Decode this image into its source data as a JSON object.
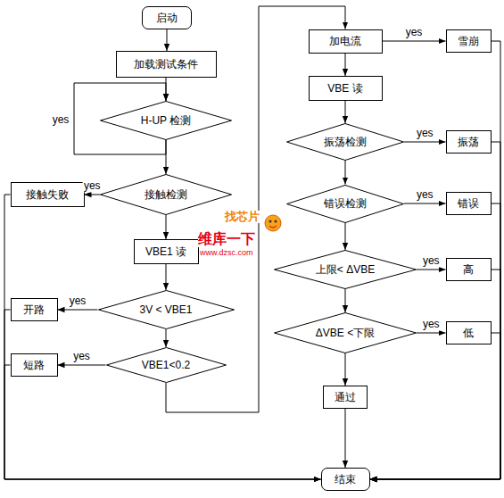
{
  "diagram": {
    "nodes": [
      {
        "text": [
          "启动"
        ]
      },
      {
        "text": [
          "加载测试条件"
        ]
      },
      {
        "text": [
          "H-UP 检测"
        ]
      },
      {
        "text": [
          "接触检测"
        ]
      },
      {
        "text": [
          "接触失败"
        ]
      },
      {
        "text": [
          "VBE1 读"
        ]
      },
      {
        "text": [
          "3V < VBE1"
        ]
      },
      {
        "text": [
          "开路"
        ]
      },
      {
        "text": [
          "VBE1<0.2"
        ]
      },
      {
        "text": [
          "短路"
        ]
      },
      {
        "text": [
          "加电流"
        ]
      },
      {
        "text": [
          "雪崩"
        ]
      },
      {
        "text": [
          "VBE 读"
        ]
      },
      {
        "text": [
          "振荡检测"
        ]
      },
      {
        "text": [
          "振荡"
        ]
      },
      {
        "text": [
          "错误检测"
        ]
      },
      {
        "text": [
          "错误"
        ]
      },
      {
        "text": [
          "上限< ΔVBE"
        ]
      },
      {
        "text": [
          "高"
        ]
      },
      {
        "text": [
          "ΔVBE <下限"
        ]
      },
      {
        "text": [
          "低"
        ]
      },
      {
        "text": [
          "通过"
        ]
      },
      {
        "text": [
          "结束"
        ]
      }
    ],
    "edges": [
      {
        "from": 0,
        "to": 1,
        "arrow": "to"
      },
      {
        "from": 1,
        "to": 2,
        "arrow": "to"
      },
      {
        "from": 2,
        "to": 2,
        "label": "yes",
        "arrow": "to"
      },
      {
        "from": 2,
        "to": 3,
        "arrow": "to"
      },
      {
        "from": 3,
        "to": 4,
        "label": "yes",
        "arrow": "to"
      },
      {
        "from": 3,
        "to": 5,
        "arrow": "to"
      },
      {
        "from": 5,
        "to": 6,
        "arrow": "to"
      },
      {
        "from": 6,
        "to": 7,
        "label": "yes",
        "arrow": "to"
      },
      {
        "from": 6,
        "to": 8,
        "arrow": "to"
      },
      {
        "from": 8,
        "to": 9,
        "label": "yes",
        "arrow": "to"
      },
      {
        "from": 8,
        "to": 10,
        "arrow": "to"
      },
      {
        "from": 10,
        "to": 11,
        "label": "yes",
        "arrow": "to"
      },
      {
        "from": 10,
        "to": 12,
        "arrow": "to"
      },
      {
        "from": 12,
        "to": 13,
        "arrow": "to"
      },
      {
        "from": 13,
        "to": 14,
        "label": "yes",
        "arrow": "to"
      },
      {
        "from": 13,
        "to": 15,
        "arrow": "to"
      },
      {
        "from": 15,
        "to": 16,
        "label": "yes",
        "arrow": "to"
      },
      {
        "from": 15,
        "to": 17,
        "arrow": "to"
      },
      {
        "from": 17,
        "to": 18,
        "label": "yes",
        "arrow": "to"
      },
      {
        "from": 17,
        "to": 19,
        "arrow": "to"
      },
      {
        "from": 19,
        "to": 20,
        "label": "yes",
        "arrow": "to"
      },
      {
        "from": 19,
        "to": 21,
        "arrow": "to"
      },
      {
        "from": 21,
        "to": 22,
        "arrow": "to"
      },
      {
        "from": 4,
        "to": 22,
        "arrow": "to"
      },
      {
        "from": 7,
        "to": 22,
        "arrow": "to"
      },
      {
        "from": 9,
        "to": 22,
        "arrow": "to"
      },
      {
        "from": 11,
        "to": 22,
        "arrow": "to"
      },
      {
        "from": 14,
        "to": 22,
        "arrow": "to"
      },
      {
        "from": 16,
        "to": 22,
        "arrow": "to"
      },
      {
        "from": 18,
        "to": 22,
        "arrow": "to"
      },
      {
        "from": 20,
        "to": 22,
        "arrow": "to"
      }
    ],
    "labels": [
      "找芯片",
      "维库一下",
      "www.dzsc.com"
    ]
  }
}
